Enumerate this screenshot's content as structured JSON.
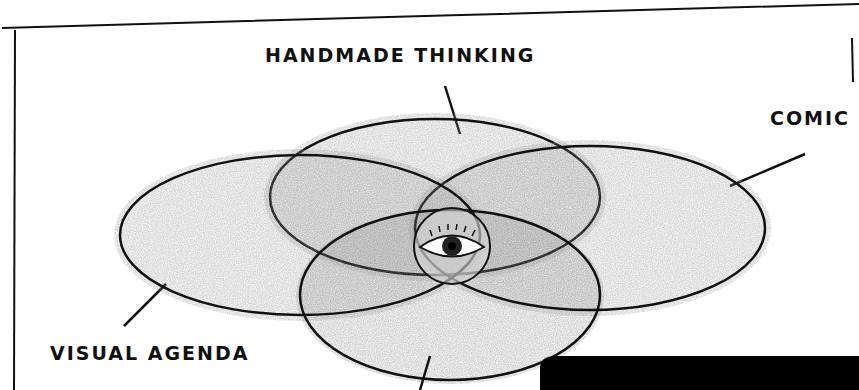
{
  "diagram": {
    "nodes": [
      {
        "text": [
          "HANDMADE THINKING"
        ]
      },
      {
        "text": [
          "COMIC"
        ]
      },
      {
        "text": [
          "VISUAL AGENDA"
        ]
      }
    ]
  }
}
